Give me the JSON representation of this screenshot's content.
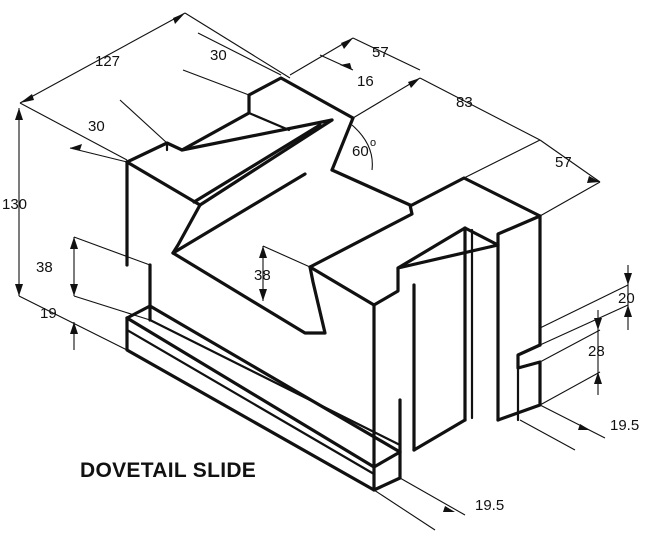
{
  "title": "DOVETAIL SLIDE",
  "dimensions": {
    "d127": "127",
    "d30_top": "30",
    "d57_top": "57",
    "d16": "16",
    "d83": "83",
    "d30_left": "30",
    "d60": "60",
    "deg": "o",
    "d57_right": "57",
    "d130": "130",
    "d38_left": "38",
    "d38_mid": "38",
    "d19": "19",
    "d20": "20",
    "d28": "28",
    "d19_5_right": "19.5",
    "d19_5_bottom": "19.5"
  }
}
